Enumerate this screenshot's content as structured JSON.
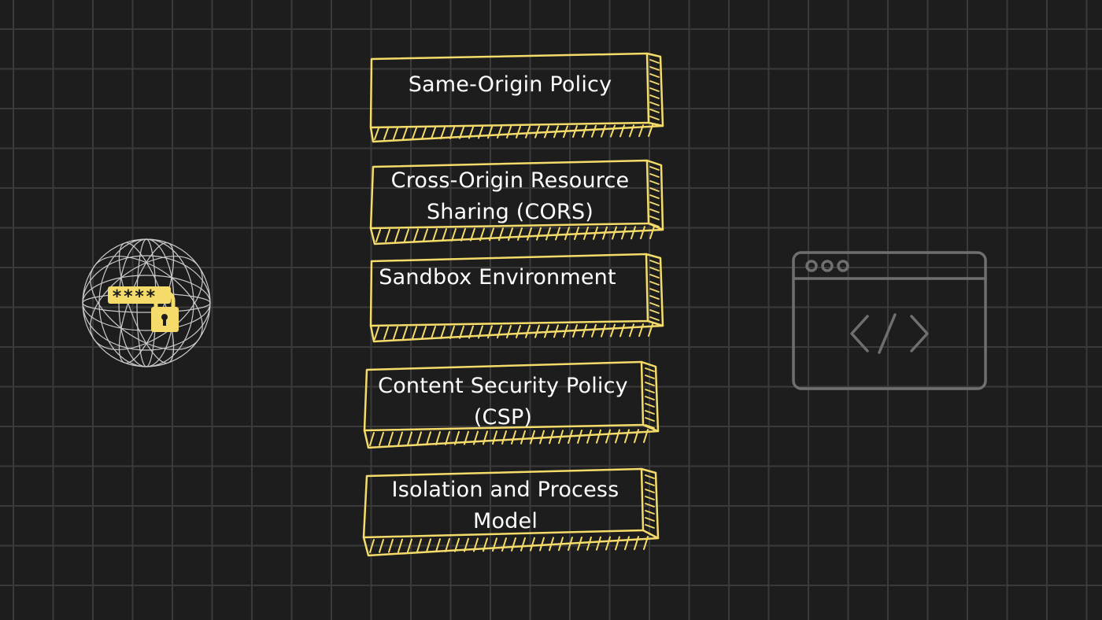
{
  "colors": {
    "background": "#1d1d1d",
    "grid": "#3a3a3a",
    "accent": "#f5dc6a",
    "icon_gray": "#6f6f6f",
    "globe_line": "#e8e8e8"
  },
  "icons": {
    "left": "globe-password-lock-icon",
    "right": "browser-code-window-icon"
  },
  "layers": [
    {
      "text": "Same-Origin Policy"
    },
    {
      "text": "Cross-Origin Resource\nSharing (CORS)"
    },
    {
      "text": "Sandbox Environment"
    },
    {
      "text": "Content Security Policy\n(CSP)"
    },
    {
      "text": "Isolation and Process\nModel"
    }
  ],
  "password_mask": "****"
}
